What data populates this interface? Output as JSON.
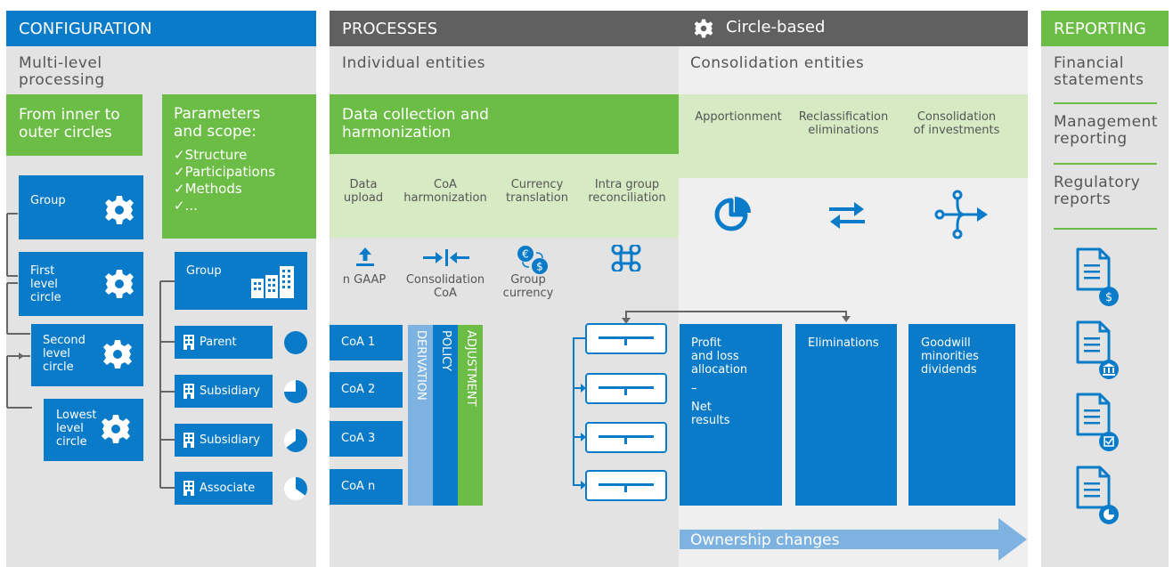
{
  "configuration": {
    "header": "CONFIGURATION",
    "subtitle_line1": "Multi-level",
    "subtitle_line2": "processing",
    "inner_outer_line1": "From inner to",
    "inner_outer_line2": "outer circles",
    "params_line1": "Parameters",
    "params_line2": "and scope:",
    "checklist": [
      "Structure",
      "Participations",
      "Methods",
      "..."
    ],
    "circles": [
      {
        "lines": [
          "Group"
        ]
      },
      {
        "lines": [
          "First",
          "level",
          "circle"
        ]
      },
      {
        "lines": [
          "Second",
          "level",
          "circle"
        ]
      },
      {
        "lines": [
          "Lowest",
          "level",
          "circle"
        ]
      }
    ],
    "entities": {
      "group": "Group",
      "items": [
        {
          "label": "Parent",
          "share": 1.0
        },
        {
          "label": "Subsidiary",
          "share": 0.75
        },
        {
          "label": "Subsidiary",
          "share": 0.65
        },
        {
          "label": "Associate",
          "share": 0.35
        }
      ]
    }
  },
  "processes": {
    "header": "PROCESSES",
    "subtitle": "Individual entities",
    "data_collection_line1": "Data collection and",
    "data_collection_line2": "harmonization",
    "steps": [
      {
        "line1": "Data",
        "line2": "upload",
        "icon": "upload-icon",
        "result_line1": "n GAAP",
        "result_line2": ""
      },
      {
        "line1": "CoA",
        "line2": "harmonization",
        "icon": "merge-icon",
        "result_line1": "Consolidation",
        "result_line2": "CoA"
      },
      {
        "line1": "Currency",
        "line2": "translation",
        "icon": "currency-icon",
        "result_line1": "Group",
        "result_line2": "currency"
      },
      {
        "line1": "Intra group",
        "line2": "reconciliation",
        "icon": "command-icon",
        "result_line1": "",
        "result_line2": ""
      }
    ],
    "coa": [
      "CoA 1",
      "CoA 2",
      "CoA 3",
      "CoA n"
    ],
    "vertical_labels": [
      "DERIVATION",
      "POLICY",
      "ADJUSTMENT"
    ]
  },
  "circle_based": {
    "header": "Circle-based",
    "subtitle": "Consolidation entities",
    "columns": [
      {
        "line1": "Apportionment",
        "line2": "",
        "icon": "pie-chart-icon",
        "box": [
          "Profit",
          "and loss",
          "allocation",
          "–",
          "",
          "Net",
          "results"
        ]
      },
      {
        "line1": "Reclassification",
        "line2": "eliminations",
        "icon": "swap-arrows-icon",
        "box": [
          "Eliminations"
        ]
      },
      {
        "line1": "Consolidation",
        "line2": "of investments",
        "icon": "branch-icon",
        "box": [
          "Goodwill",
          "minorities",
          "dividends"
        ]
      }
    ],
    "ownership": "Ownership changes"
  },
  "reporting": {
    "header": "REPORTING",
    "items": [
      {
        "line1": "Financial",
        "line2": "statements"
      },
      {
        "line1": "Management",
        "line2": "reporting"
      },
      {
        "line1": "Regulatory",
        "line2": "reports"
      }
    ],
    "doc_icons": [
      "dollar-document-icon",
      "bank-document-icon",
      "checkbox-document-icon",
      "chart-document-icon"
    ]
  },
  "colors": {
    "blue": "#0a7bc8",
    "green": "#6cbd45",
    "light_green": "#d6ebc4",
    "gray_panel": "#e3e3e4",
    "light_panel": "#efeff0",
    "dark_header": "#606060",
    "light_blue": "#7eb3e1"
  }
}
